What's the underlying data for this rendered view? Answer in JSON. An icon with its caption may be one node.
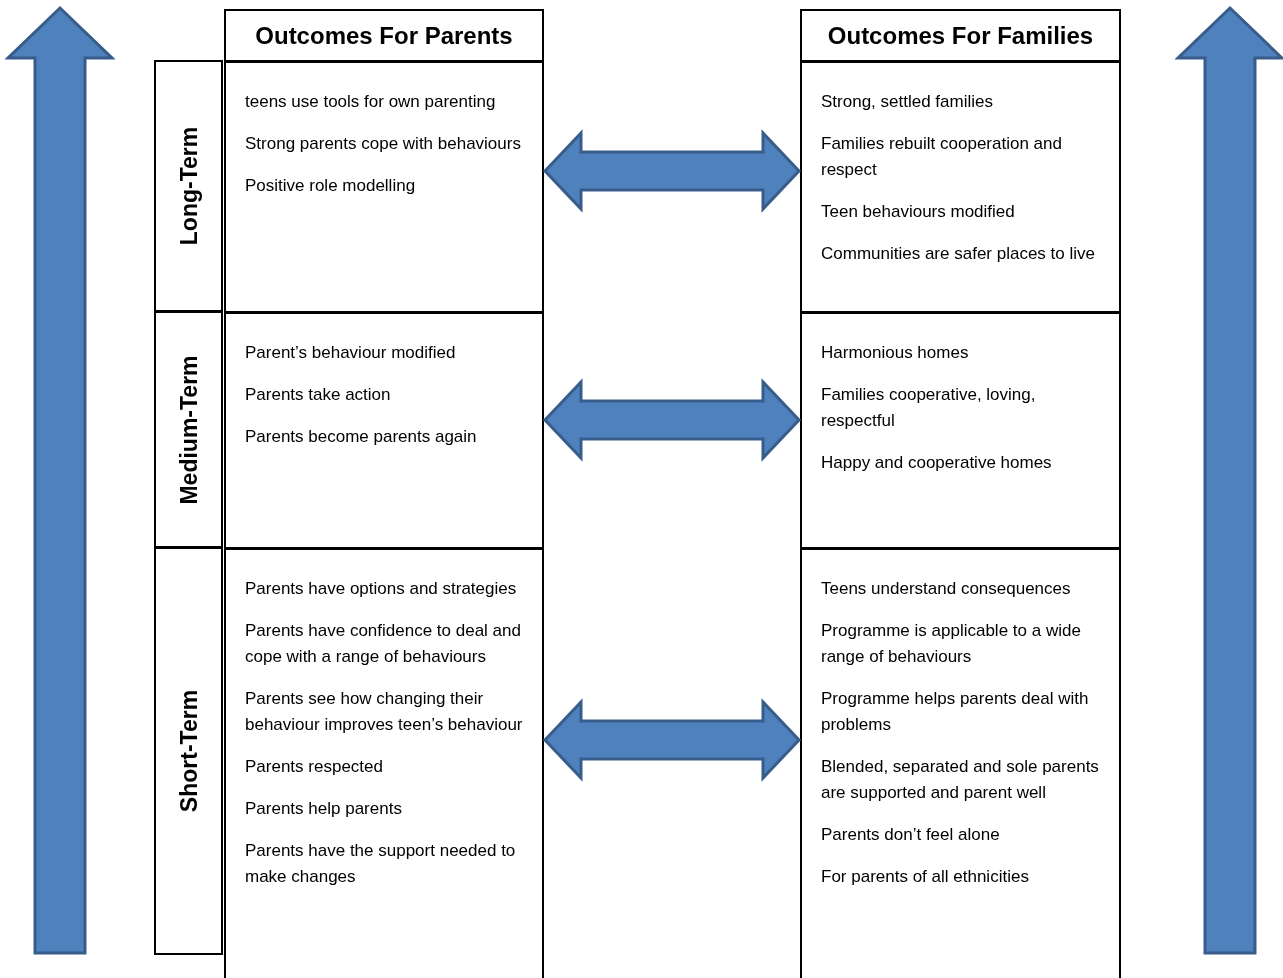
{
  "diagram": {
    "nodes": [
      {
        "text": [
          "Outcomes For Parents"
        ]
      },
      {
        "text": [
          "Outcomes For Families"
        ]
      },
      {
        "text": [
          "Long-Term"
        ]
      },
      {
        "text": [
          "teens use tools for own parenting",
          "Strong parents cope with behaviours",
          "Positive role modelling"
        ]
      },
      {
        "text": [
          "Strong, settled families",
          "Families rebuilt cooperation and respect",
          "Teen behaviours modified",
          "Communities are safer places to live"
        ]
      },
      {
        "text": [
          "Medium-Term"
        ]
      },
      {
        "text": [
          "Parent’s behaviour modified",
          "Parents take action",
          "Parents become parents again"
        ]
      },
      {
        "text": [
          "Harmonious homes",
          "Families cooperative, loving, respectful",
          "Happy and cooperative homes"
        ]
      },
      {
        "text": [
          "Short-Term"
        ]
      },
      {
        "text": [
          "Parents have options and strategies",
          "Parents have confidence to deal and cope with a range of behaviours",
          "Parents see how changing their behaviour improves teen’s behaviour",
          "Parents respected",
          "Parents help parents",
          "Parents have the support needed to make changes"
        ]
      },
      {
        "text": [
          "Teens understand consequences",
          "Programme is applicable to a wide range of behaviours",
          "Programme helps parents deal with problems",
          "Blended, separated and sole parents are supported and parent well",
          "Parents don’t feel alone",
          "For parents of all ethnicities"
        ]
      }
    ],
    "edges": [
      {
        "from": 3,
        "to": 4,
        "arrow": "both",
        "style": "thick"
      },
      {
        "from": 6,
        "to": 7,
        "arrow": "both",
        "style": "thick"
      },
      {
        "from": 9,
        "to": 10,
        "arrow": "both",
        "style": "thick"
      }
    ]
  }
}
